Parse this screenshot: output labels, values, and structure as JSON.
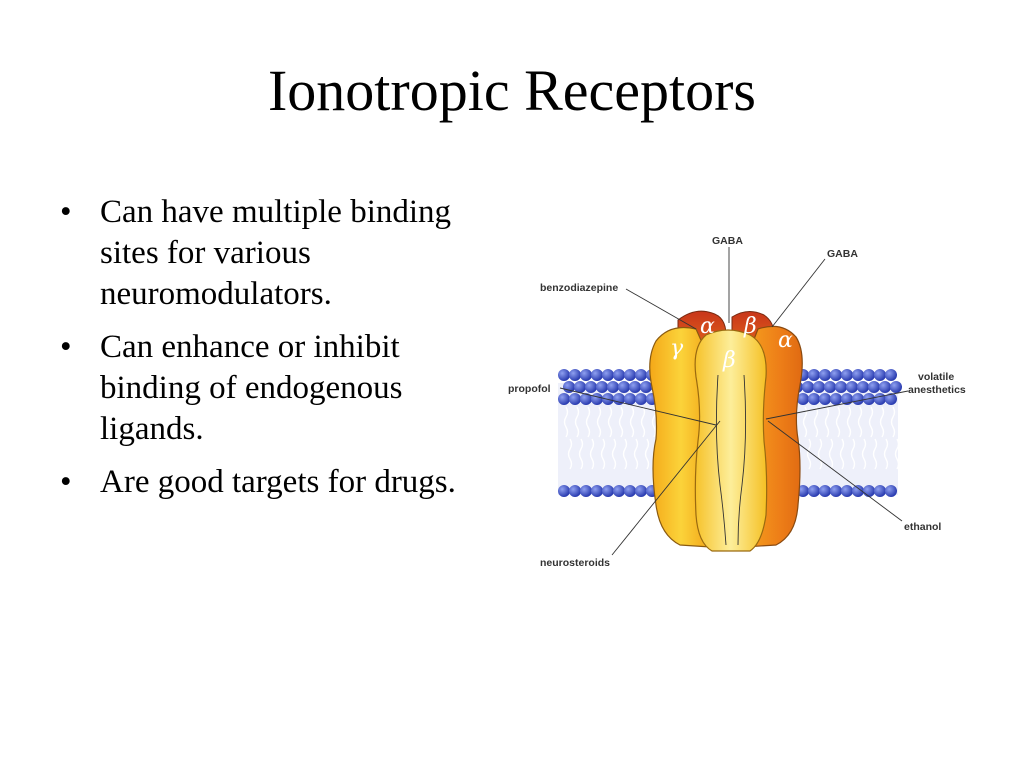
{
  "slide": {
    "title": "Ionotropic Receptors",
    "bullets": [
      "Can have multiple binding sites for various neuromodulators.",
      "Can enhance or inhibit binding of endogenous ligands.",
      "Are good targets for drugs."
    ]
  },
  "diagram": {
    "labels": {
      "gaba_top": "GABA",
      "gaba_right": "GABA",
      "benzodiazepine": "benzodiazepine",
      "propofol": "propofol",
      "volatile_1": "volatile",
      "volatile_2": "anesthetics",
      "ethanol": "ethanol",
      "neurosteroids": "neurosteroids"
    },
    "subunits": {
      "gamma": "γ",
      "alpha_1": "α",
      "beta_1": "β",
      "alpha_2": "α",
      "beta_front": "β"
    },
    "colors": {
      "lipid_head": "#3a4fc4",
      "lipid_tail": "#c9d0ee",
      "subunit_yellow": "#f6c21a",
      "subunit_orange": "#f08a1c",
      "subunit_red": "#d4481a",
      "subunit_pale": "#fbe27a"
    }
  }
}
